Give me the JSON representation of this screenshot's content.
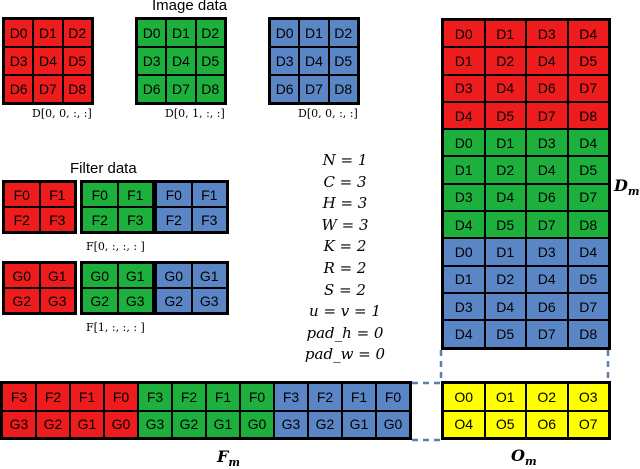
{
  "colors": {
    "red": "#ee1c1c",
    "green": "#1eb03c",
    "blue": "#5b86c6",
    "yellow": "#ffff00",
    "dash": "#5a7fb0"
  },
  "image_title": "Image data",
  "filter_title": "Filter data",
  "image_grids": [
    {
      "color": "red",
      "label": "D[0, 0, :, :]",
      "cells": [
        "D0",
        "D1",
        "D2",
        "D3",
        "D4",
        "D5",
        "D6",
        "D7",
        "D8"
      ]
    },
    {
      "color": "green",
      "label": "D[0, 1, :, :]",
      "cells": [
        "D0",
        "D1",
        "D2",
        "D3",
        "D4",
        "D5",
        "D6",
        "D7",
        "D8"
      ]
    },
    {
      "color": "blue",
      "label": "D[0, 0, :, :]",
      "cells": [
        "D0",
        "D1",
        "D2",
        "D3",
        "D4",
        "D5",
        "D6",
        "D7",
        "D8"
      ]
    }
  ],
  "filter_rows": [
    {
      "label": "F[0, :, :, : ]",
      "grids": [
        {
          "color": "red",
          "cells": [
            "F0",
            "F1",
            "F2",
            "F3"
          ]
        },
        {
          "color": "green",
          "cells": [
            "F0",
            "F1",
            "F2",
            "F3"
          ]
        },
        {
          "color": "blue",
          "cells": [
            "F0",
            "F1",
            "F2",
            "F3"
          ]
        }
      ]
    },
    {
      "label": "F[1, :, :, : ]",
      "grids": [
        {
          "color": "red",
          "cells": [
            "G0",
            "G1",
            "G2",
            "G3"
          ]
        },
        {
          "color": "green",
          "cells": [
            "G0",
            "G1",
            "G2",
            "G3"
          ]
        },
        {
          "color": "blue",
          "cells": [
            "G0",
            "G1",
            "G2",
            "G3"
          ]
        }
      ]
    }
  ],
  "params": [
    "N  =  1",
    "C  =  3",
    "H  =  3",
    "W  =  3",
    "K  =  2",
    "R  =  2",
    "S  =  2",
    "u  =  v  =  1",
    "pad_h  =  0",
    "pad_w  =  0"
  ],
  "dm": {
    "label_main": "D",
    "label_sub": "m",
    "rows": [
      {
        "color": "red",
        "cells": [
          "D0",
          "D1",
          "D3",
          "D4"
        ]
      },
      {
        "color": "red",
        "cells": [
          "D1",
          "D2",
          "D4",
          "D5"
        ]
      },
      {
        "color": "red",
        "cells": [
          "D3",
          "D4",
          "D6",
          "D7"
        ]
      },
      {
        "color": "red",
        "cells": [
          "D4",
          "D5",
          "D7",
          "D8"
        ]
      },
      {
        "color": "green",
        "cells": [
          "D0",
          "D1",
          "D3",
          "D4"
        ]
      },
      {
        "color": "green",
        "cells": [
          "D1",
          "D2",
          "D4",
          "D5"
        ]
      },
      {
        "color": "green",
        "cells": [
          "D3",
          "D4",
          "D6",
          "D7"
        ]
      },
      {
        "color": "green",
        "cells": [
          "D4",
          "D5",
          "D7",
          "D8"
        ]
      },
      {
        "color": "blue",
        "cells": [
          "D0",
          "D1",
          "D3",
          "D4"
        ]
      },
      {
        "color": "blue",
        "cells": [
          "D1",
          "D2",
          "D4",
          "D5"
        ]
      },
      {
        "color": "blue",
        "cells": [
          "D3",
          "D4",
          "D6",
          "D7"
        ]
      },
      {
        "color": "blue",
        "cells": [
          "D4",
          "D5",
          "D7",
          "D8"
        ]
      }
    ]
  },
  "fm": {
    "label_main": "F",
    "label_sub": "m",
    "rows": [
      [
        "F3",
        "F2",
        "F1",
        "F0",
        "F3",
        "F2",
        "F1",
        "F0",
        "F3",
        "F2",
        "F1",
        "F0"
      ],
      [
        "G3",
        "G2",
        "G1",
        "G0",
        "G3",
        "G2",
        "G1",
        "G0",
        "G3",
        "G2",
        "G1",
        "G0"
      ]
    ],
    "col_colors": [
      "red",
      "red",
      "red",
      "red",
      "green",
      "green",
      "green",
      "green",
      "blue",
      "blue",
      "blue",
      "blue"
    ]
  },
  "om": {
    "label_main": "O",
    "label_sub": "m",
    "cells": [
      "O0",
      "O1",
      "O2",
      "O3",
      "O4",
      "O5",
      "O6",
      "O7"
    ]
  }
}
